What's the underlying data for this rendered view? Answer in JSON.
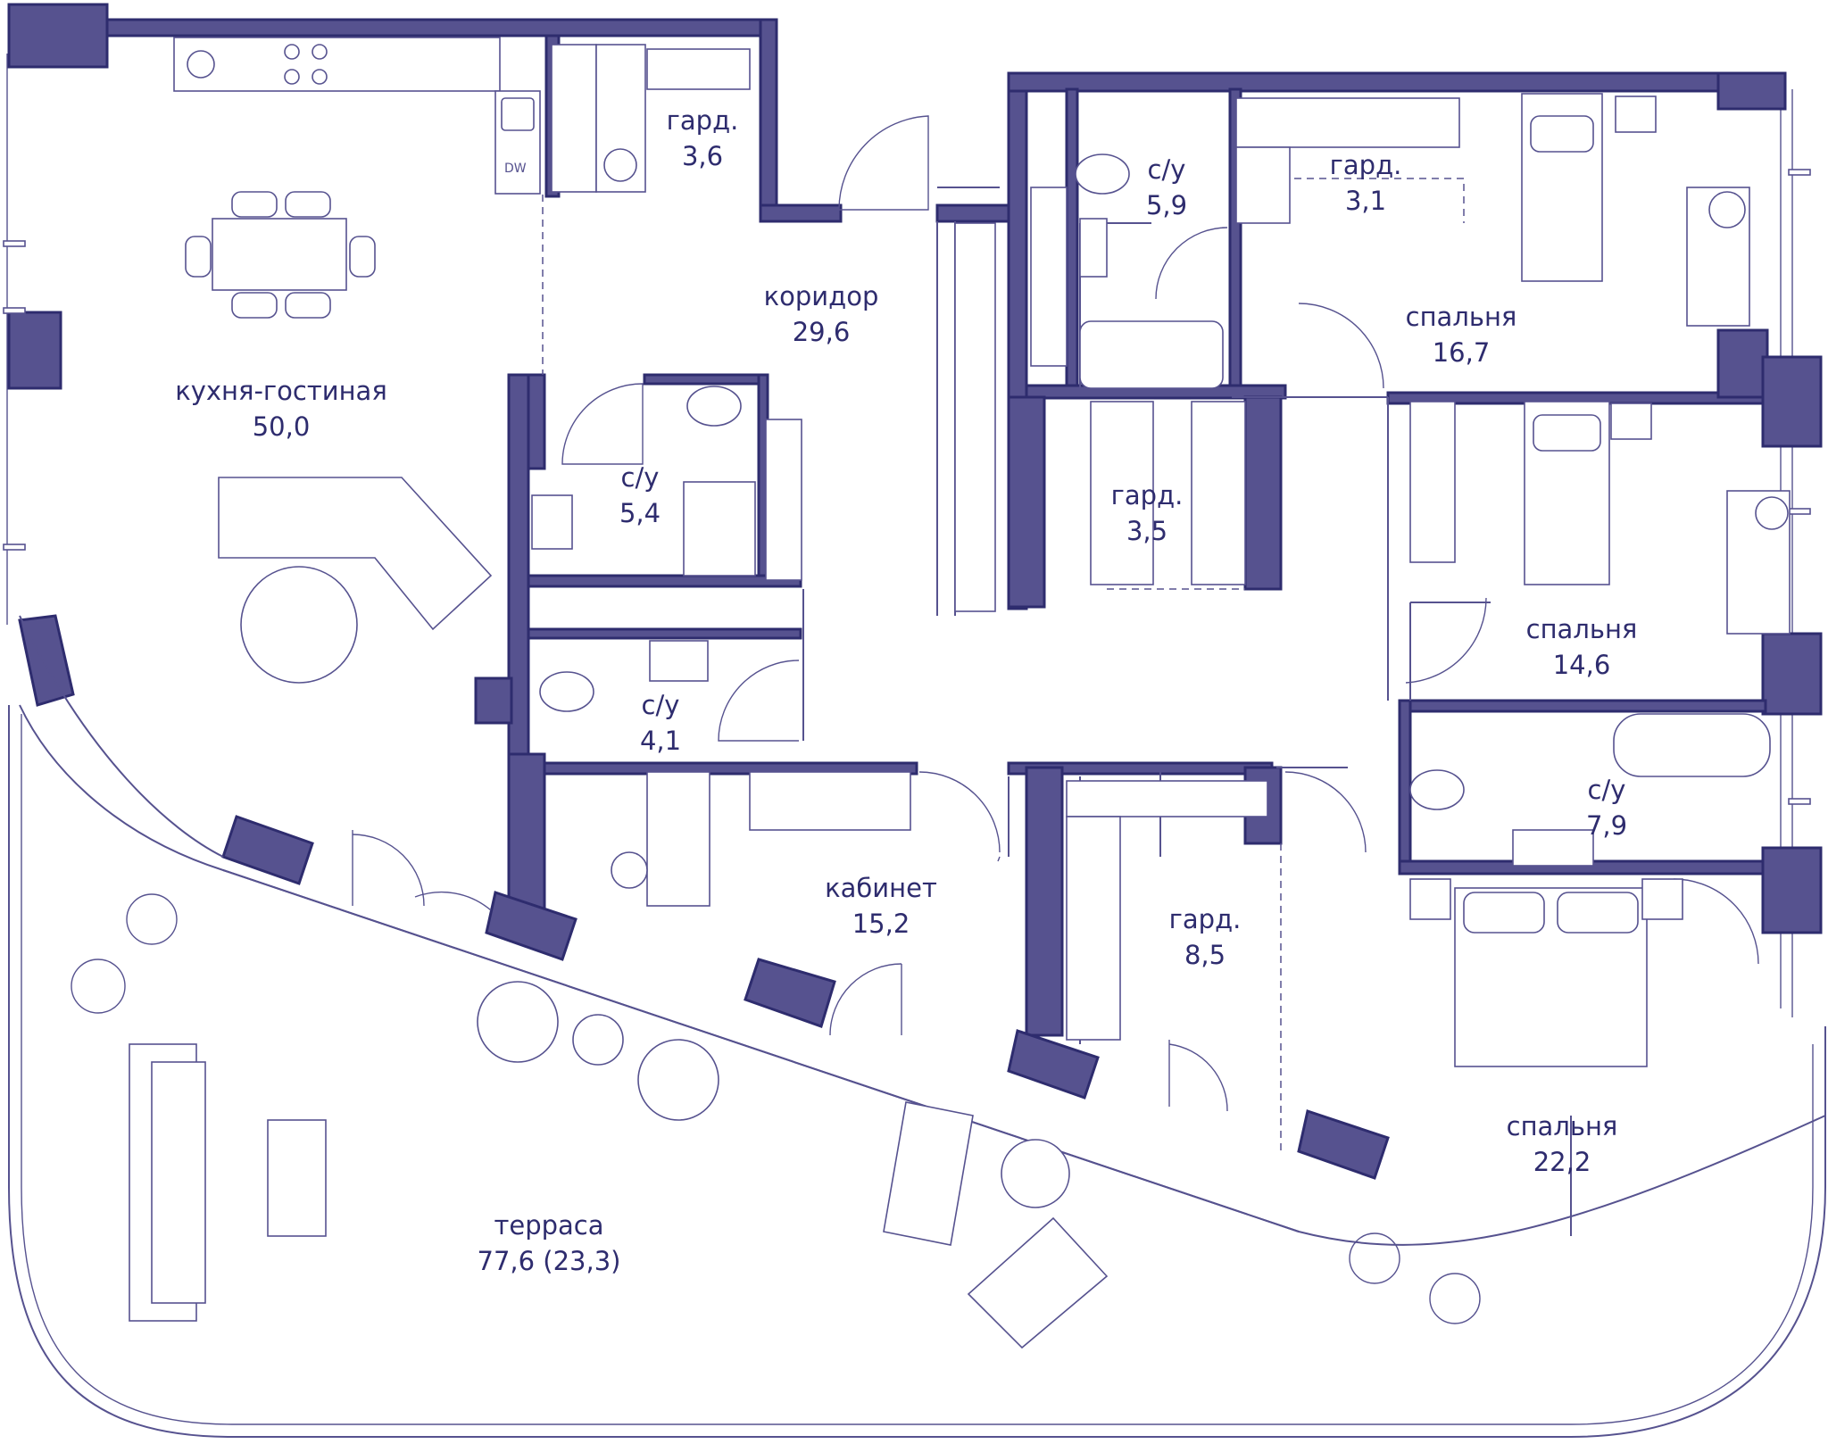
{
  "rooms": [
    {
      "id": "kitchen",
      "name": "кухня-гостиная",
      "area": "50,0"
    },
    {
      "id": "wardrobe1",
      "name": "гард.",
      "area": "3,6"
    },
    {
      "id": "corridor",
      "name": "коридор",
      "area": "29,6"
    },
    {
      "id": "bath1",
      "name": "с/у",
      "area": "5,9"
    },
    {
      "id": "wardrobe2",
      "name": "гард.",
      "area": "3,1"
    },
    {
      "id": "bedroom1",
      "name": "спальня",
      "area": "16,7"
    },
    {
      "id": "bath2",
      "name": "с/у",
      "area": "5,4"
    },
    {
      "id": "wardrobe3",
      "name": "гард.",
      "area": "3,5"
    },
    {
      "id": "bedroom2",
      "name": "спальня",
      "area": "14,6"
    },
    {
      "id": "bath3",
      "name": "с/у",
      "area": "4,1"
    },
    {
      "id": "bath4",
      "name": "с/у",
      "area": "7,9"
    },
    {
      "id": "office",
      "name": "кабинет",
      "area": "15,2"
    },
    {
      "id": "wardrobe4",
      "name": "гард.",
      "area": "8,5"
    },
    {
      "id": "bedroom3",
      "name": "спальня",
      "area": "22,2"
    },
    {
      "id": "terrace",
      "name": "терраса",
      "area": "77,6 (23,3)"
    }
  ],
  "appliance_labels": {
    "dishwasher": "DW"
  },
  "colors": {
    "wall": "#56528f",
    "text": "#2e2c6e",
    "background": "#ffffff"
  }
}
